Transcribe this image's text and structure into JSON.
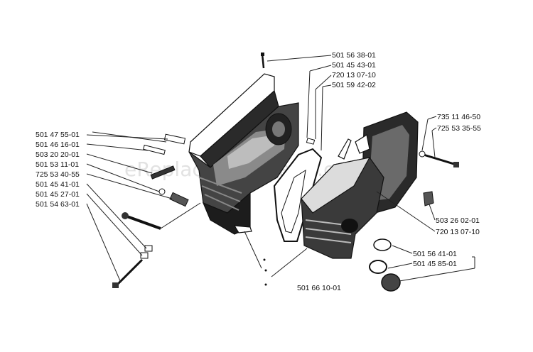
{
  "watermark": "eReplacementParts.com",
  "left_part_numbers": [
    "501 47 55-01",
    "501 46 16-01",
    "503 20 20-01",
    "501 53 11-01",
    "725 53 40-55",
    "501 45 41-01",
    "501 45 27-01",
    "501 54 63-01"
  ],
  "top_part_numbers": [
    "501 56 38-01",
    "501 45 43-01",
    "720 13 07-10",
    "501 59 42-02"
  ],
  "right_top_part_numbers": [
    "735 11 46-50",
    "725 53 35-55"
  ],
  "right_mid_part_numbers": [
    "503 26 02-01",
    "720 13 07-10"
  ],
  "right_bottom_part_numbers": [
    "501 56 41-01",
    "501 45 85-01"
  ],
  "bottom_part_number": "501 66 10-01"
}
